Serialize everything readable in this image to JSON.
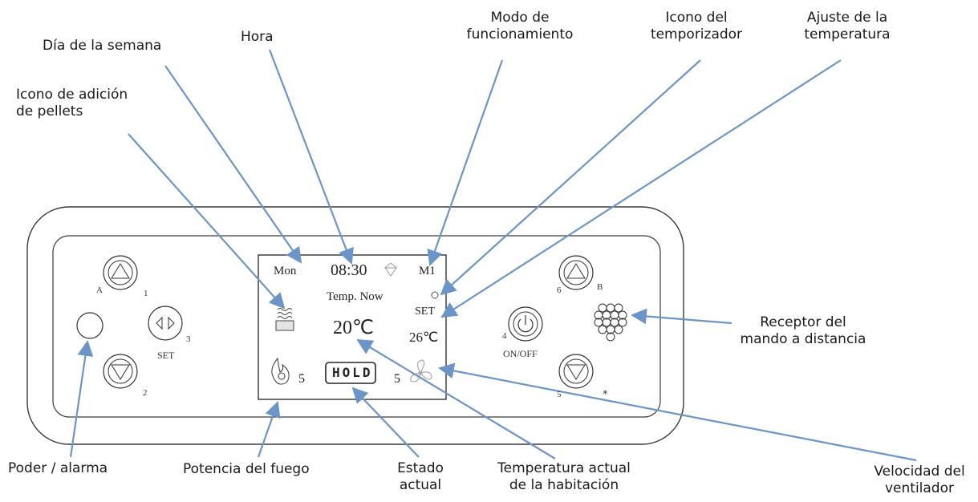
{
  "labels": {
    "dia_semana": "Día de la semana",
    "hora": "Hora",
    "modo_l1": "Modo de",
    "modo_l2": "funcionamiento",
    "icono_temp_l1": "Icono del",
    "icono_temp_l2": "temporizador",
    "ajuste_l1": "Ajuste de la",
    "ajuste_l2": "temperatura",
    "pellets_l1": "Icono de adición",
    "pellets_l2": "de pellets",
    "receptor_l1": "Receptor del",
    "receptor_l2": "mando a distancia",
    "poder": "Poder / alarma",
    "potencia": "Potencia del fuego",
    "estado_l1": "Estado",
    "estado_l2": "actual",
    "temp_actual_l1": "Temperatura actual",
    "temp_actual_l2": "de la habitación",
    "velocidad_l1": "Velocidad del",
    "velocidad_l2": "ventilador"
  },
  "display": {
    "day": "Mon",
    "time": "08:30",
    "mode": "M1",
    "temp_now_label": "Temp. Now",
    "temp_now": "20℃",
    "set_label": "SET",
    "set_temp": "26℃",
    "fire_power": "5",
    "state": "HOLD",
    "fan_speed": "5"
  },
  "buttons": {
    "btn1_num": "1",
    "btn2_num": "2",
    "btn3_num": "3",
    "btn4_num": "4",
    "btn5_num": "5",
    "btn6_num": "6",
    "btnA_num": "A",
    "btnB_num": "B",
    "set_label": "SET",
    "onoff_label": "ON/OFF"
  },
  "colors": {
    "arrow": "#6b95c9",
    "outline": "#2a2a2a"
  },
  "icons": [
    "pellet-icon",
    "timer-icon",
    "flame-icon",
    "fan-icon",
    "power-icon",
    "receiver-icon",
    "mode-icon"
  ]
}
